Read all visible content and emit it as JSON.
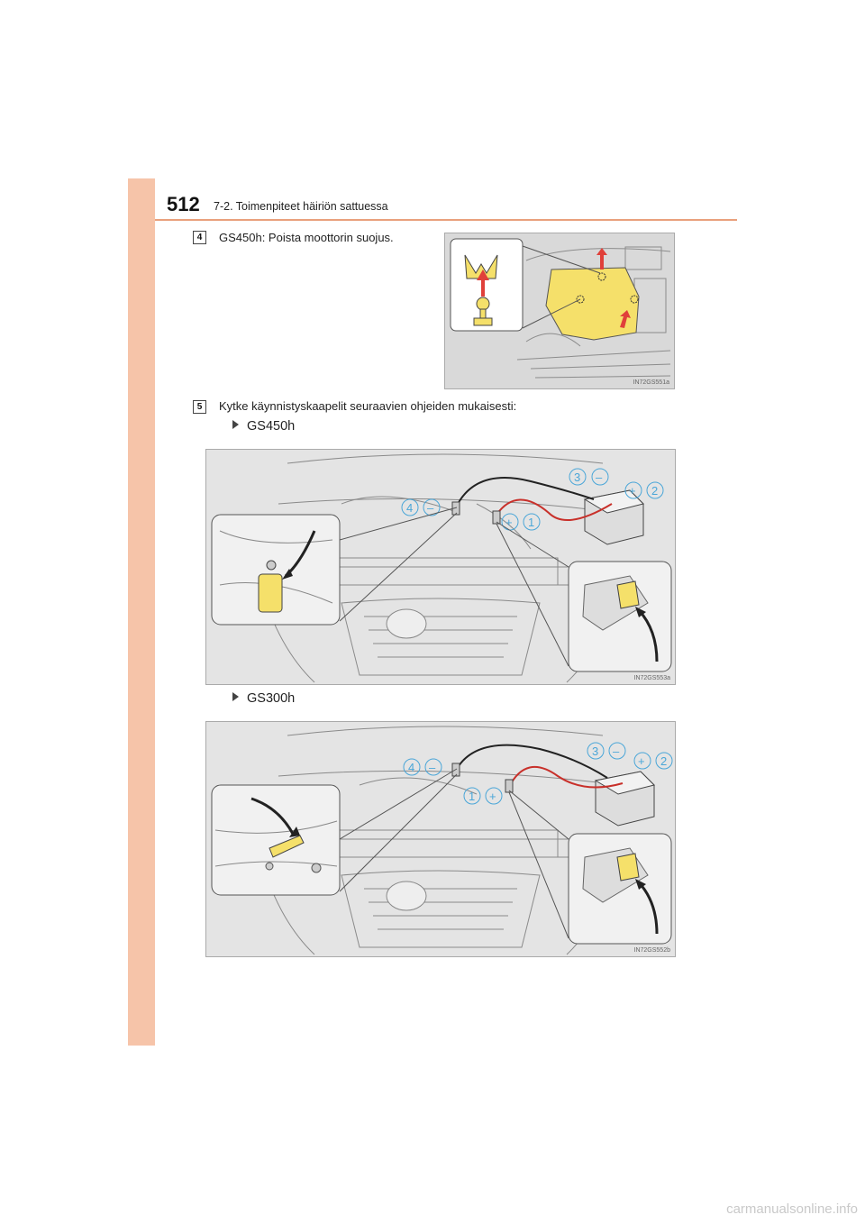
{
  "header": {
    "page_number": "512",
    "section_title": "7-2. Toimenpiteet häiriön sattuessa"
  },
  "steps": [
    {
      "number": "4",
      "text": "GS450h: Poista moottorin suojus.",
      "figure_code": "IN72GS551a"
    },
    {
      "number": "5",
      "text": "Kytke käynnistyskaapelit seuraavien ohjeiden mukaisesti:",
      "variants": [
        {
          "label": "GS450h",
          "figure_code": "IN72GS553a",
          "callouts": [
            "1",
            "2",
            "3",
            "4"
          ]
        },
        {
          "label": "GS300h",
          "figure_code": "IN72GS552b",
          "callouts": [
            "1",
            "2",
            "3",
            "4"
          ]
        }
      ]
    }
  ],
  "footer": {
    "watermark": "carmanualsonline.info"
  },
  "colors": {
    "accent_band": "#f6c4a9",
    "rule": "#e9a07c",
    "cover_yellow": "#f5e06a",
    "arrow_red": "#e0403a",
    "callout_blue": "#4aa6d8",
    "cable_red": "#c8302a"
  }
}
